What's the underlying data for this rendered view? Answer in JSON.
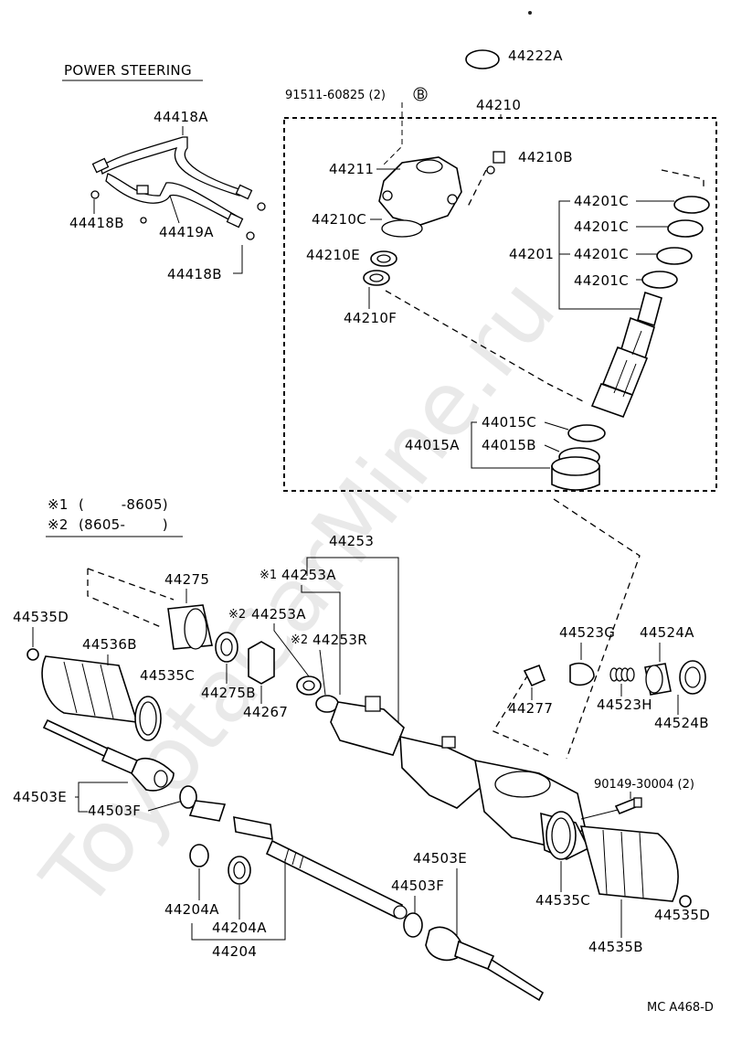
{
  "watermark": "ToyotaCarMine.ru",
  "title": "POWER STEERING",
  "footnotes": {
    "n1_mark": "※1",
    "n1_range": "(        -8605)",
    "n2_mark": "※2",
    "n2_range": "(8605-        )"
  },
  "figure_code": "MC A468-D",
  "labels": {
    "p44222A": "44222A",
    "p91511": "91511-60825 (2)",
    "markB": "B",
    "p44210": "44210",
    "p44211": "44211",
    "p44210B": "44210B",
    "p44210C": "44210C",
    "p44210E": "44210E",
    "p44210F": "44210F",
    "p44201": "44201",
    "p44201C_1": "44201C",
    "p44201C_2": "44201C",
    "p44201C_3": "44201C",
    "p44201C_4": "44201C",
    "p44015A": "44015A",
    "p44015B": "44015B",
    "p44015C": "44015C",
    "p44418A": "44418A",
    "p44418B_1": "44418B",
    "p44418B_2": "44418B",
    "p44419A": "44419A",
    "p44253": "44253",
    "p44253A_1": "44253A",
    "p44253A_2": "44253A",
    "p44253R": "44253R",
    "p44275": "44275",
    "p44275B": "44275B",
    "p44267": "44267",
    "p44535D_1": "44535D",
    "p44536B": "44536B",
    "p44535C_1": "44535C",
    "p44503E_1": "44503E",
    "p44503F_1": "44503F",
    "p44204A_1": "44204A",
    "p44204A_2": "44204A",
    "p44204": "44204",
    "p44503E_2": "44503E",
    "p44503F_2": "44503F",
    "p44277": "44277",
    "p44523G": "44523G",
    "p44523H": "44523H",
    "p44524A": "44524A",
    "p44524B": "44524B",
    "p90149": "90149-30004 (2)",
    "p44535C_2": "44535C",
    "p44535B": "44535B",
    "p44535D_2": "44535D"
  }
}
